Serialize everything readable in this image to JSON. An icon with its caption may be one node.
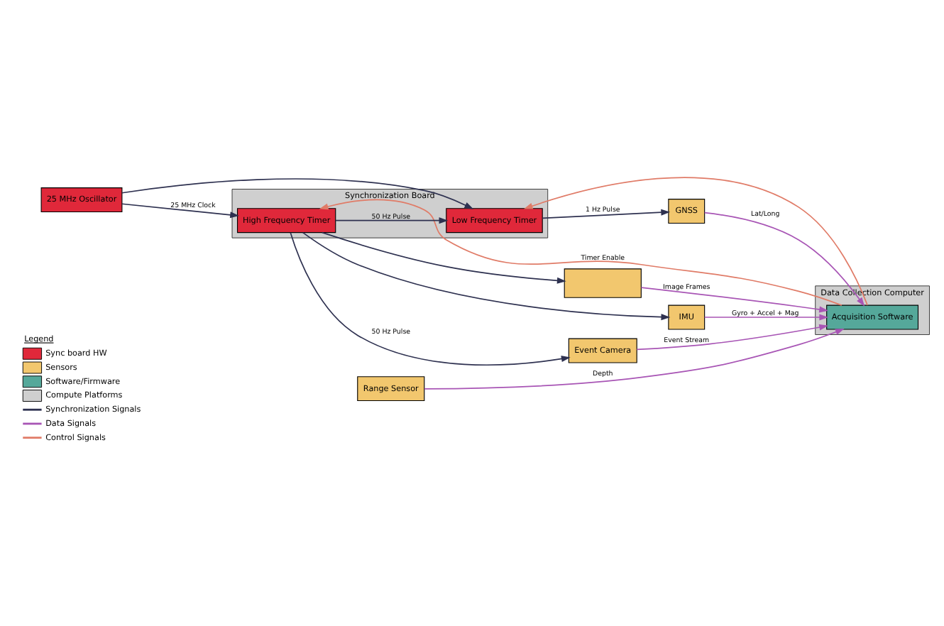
{
  "diagram": {
    "nodes": [
      {
        "text": [
          "Data Collection Computer"
        ]
      },
      {
        "text": [
          "Acquisition Software"
        ],
        "in": 0
      },
      {
        "text": [
          "Range Sensor"
        ]
      },
      {
        "text": [
          "Event Camera"
        ]
      },
      {
        "text": [],
        "shape": "box"
      },
      {
        "text": [
          "IMU"
        ]
      },
      {
        "text": [
          "Synchronization Board"
        ]
      },
      {
        "text": [
          "High Frequency Timer"
        ],
        "in": 6
      },
      {
        "text": [
          "Low Frequency Timer"
        ],
        "in": 6
      },
      {
        "text": [
          "25 MHz Oscillator"
        ]
      },
      {
        "text": [
          "GNSS"
        ]
      }
    ],
    "edges": [
      {
        "from": 2,
        "to": 1,
        "arrow": "to",
        "label": "Depth",
        "color": "#a855b5"
      },
      {
        "from": 10,
        "to": 1,
        "arrow": "to",
        "label": "Lat/Long",
        "color": "#a855b5"
      },
      {
        "from": 5,
        "to": 1,
        "arrow": "to",
        "label": "Gyro + Accel + Mag",
        "color": "#a855b5"
      },
      {
        "from": 4,
        "to": 1,
        "arrow": "to",
        "label": "Image Frames",
        "color": "#a855b5"
      },
      {
        "from": 3,
        "to": 1,
        "arrow": "to",
        "label": "Event Stream",
        "color": "#a855b5"
      },
      {
        "from": 1,
        "to": 7,
        "arrow": "to",
        "label": "Timer Enable",
        "color": "#e07b67"
      },
      {
        "from": 1,
        "to": 8,
        "arrow": "to",
        "color": "#e07b67"
      },
      {
        "from": 9,
        "to": 7,
        "arrow": "to",
        "label": "25 MHz Clock"
      },
      {
        "from": 9,
        "to": 8,
        "arrow": "to"
      },
      {
        "from": 7,
        "to": 3,
        "arrow": "to",
        "label": "50 Hz Pulse"
      },
      {
        "from": 7,
        "to": 4,
        "arrow": "to"
      },
      {
        "from": 7,
        "to": 5,
        "arrow": "to"
      },
      {
        "from": 7,
        "to": 8,
        "arrow": "to",
        "label": "50 Hz Pulse"
      },
      {
        "from": 8,
        "to": 10,
        "arrow": "to",
        "label": "1 Hz Pulse"
      }
    ],
    "labels": [
      "Legend"
    ],
    "legend": [
      {
        "text": "Sync board HW",
        "color": "#e0283a"
      },
      {
        "text": "Sensors",
        "color": "#f2c76e"
      },
      {
        "text": "Software/Firmware",
        "color": "#55a89a"
      },
      {
        "text": "Compute Platforms",
        "color": "#cfcfcf"
      },
      {
        "text": "Synchronization Signals"
      },
      {
        "text": "Data Signals"
      },
      {
        "text": "Control Signals"
      }
    ]
  }
}
